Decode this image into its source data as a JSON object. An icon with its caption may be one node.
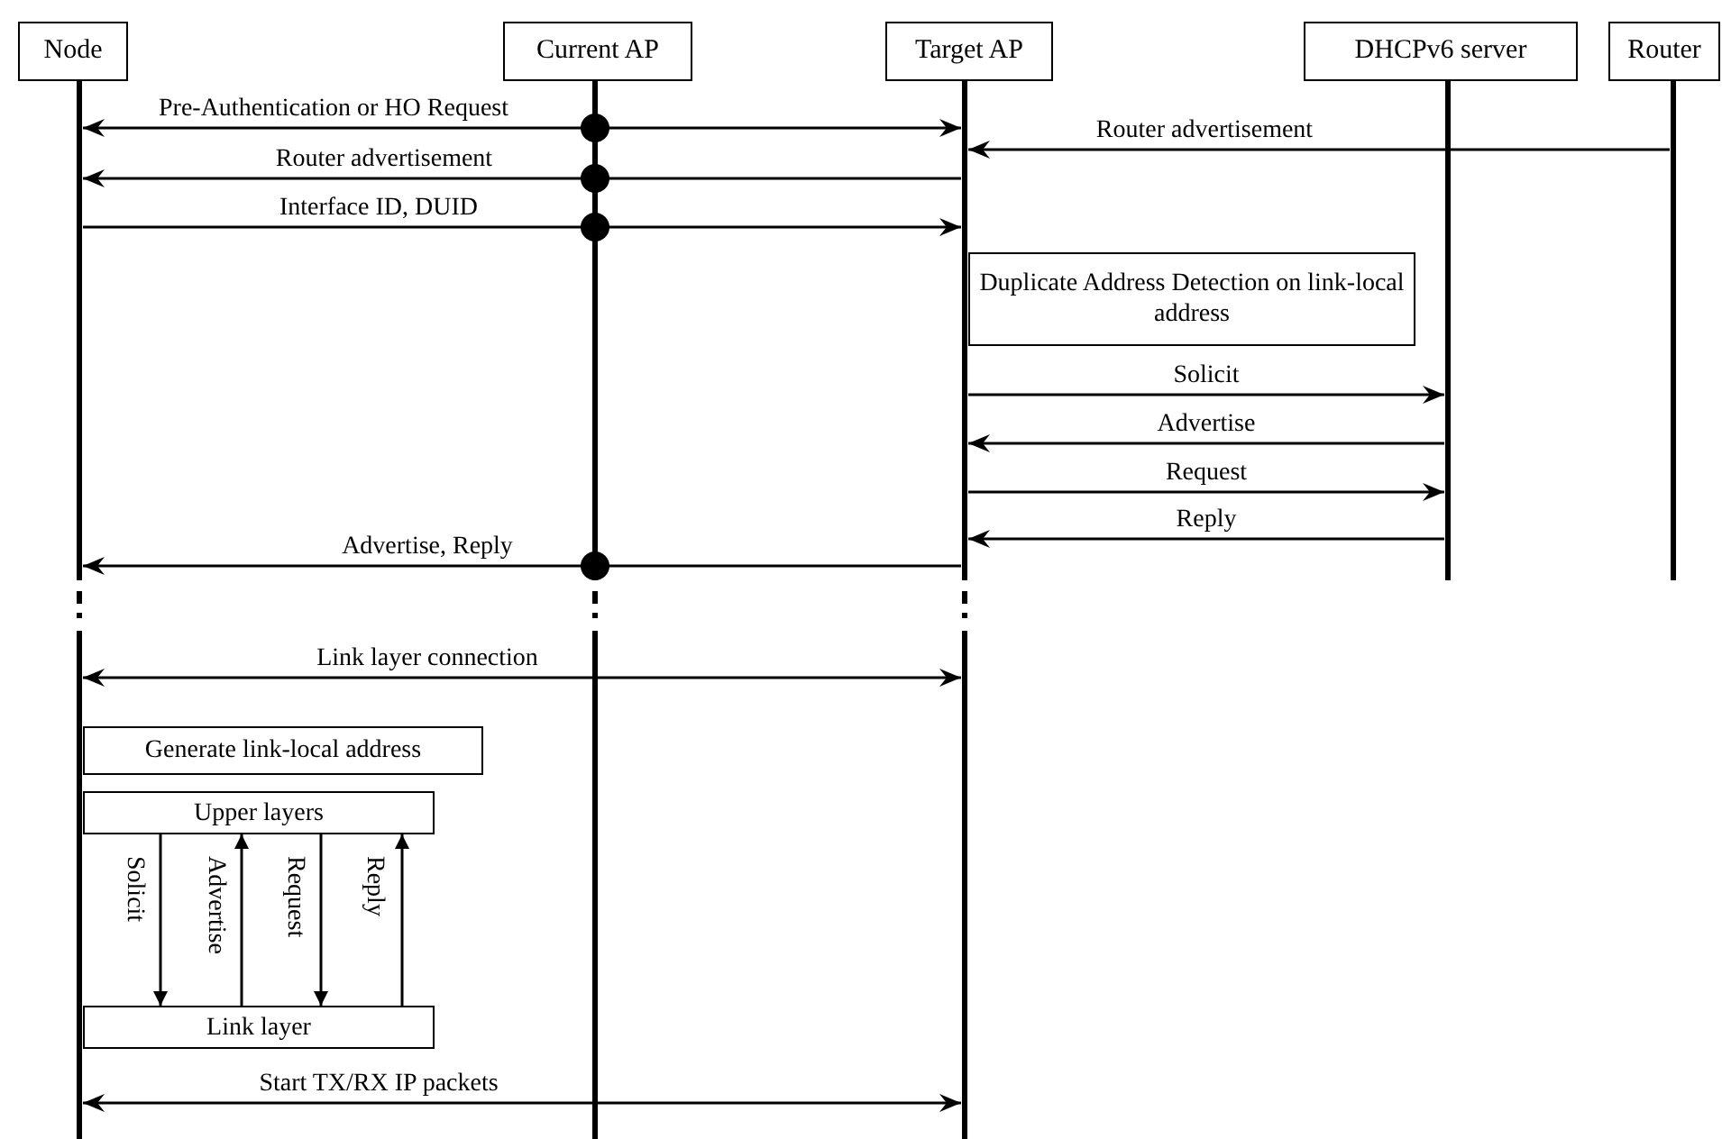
{
  "diagram": {
    "nodes": [
      {
        "text": [
          "Node"
        ]
      },
      {
        "text": [
          "Current AP"
        ]
      },
      {
        "text": [
          "Target AP"
        ]
      },
      {
        "text": [
          "DHCPv6 server"
        ]
      },
      {
        "text": [
          "Router"
        ]
      },
      {
        "text": [],
        "shape": "bar"
      },
      {
        "text": [],
        "shape": "bar"
      },
      {
        "text": [],
        "shape": "bar"
      },
      {
        "text": [],
        "shape": "bar"
      },
      {
        "text": [],
        "shape": "bar"
      },
      {
        "text": [
          "Duplicate Address Detection on link-local address"
        ]
      },
      {
        "text": [
          "Generate link-local address"
        ]
      },
      {
        "text": [
          "Upper layers"
        ]
      },
      {
        "text": [
          "Link layer"
        ]
      }
    ],
    "edges": [
      {
        "from": 5,
        "to": 7,
        "arrow": "both",
        "label": "Pre-Authentication or HO Request"
      },
      {
        "from": 9,
        "to": 7,
        "arrow": "to",
        "label": "Router advertisement"
      },
      {
        "from": 7,
        "to": 5,
        "arrow": "to",
        "label": "Router advertisement"
      },
      {
        "from": 5,
        "to": 7,
        "arrow": "to",
        "label": "Interface ID, DUID"
      },
      {
        "from": 7,
        "to": 8,
        "arrow": "to",
        "label": "Solicit"
      },
      {
        "from": 8,
        "to": 7,
        "arrow": "to",
        "label": "Advertise"
      },
      {
        "from": 7,
        "to": 8,
        "arrow": "to",
        "label": "Request"
      },
      {
        "from": 8,
        "to": 7,
        "arrow": "to",
        "label": "Reply"
      },
      {
        "from": 7,
        "to": 5,
        "arrow": "to",
        "label": "Advertise, Reply"
      },
      {
        "from": 5,
        "to": 7,
        "arrow": "both",
        "label": "Link layer connection"
      },
      {
        "from": 12,
        "to": 13,
        "arrow": "to",
        "label": "Solicit"
      },
      {
        "from": 13,
        "to": 12,
        "arrow": "to",
        "label": "Advertise"
      },
      {
        "from": 12,
        "to": 13,
        "arrow": "to",
        "label": "Request"
      },
      {
        "from": 13,
        "to": 12,
        "arrow": "to",
        "label": "Reply"
      },
      {
        "from": 5,
        "to": 7,
        "arrow": "both",
        "label": "Start TX/RX IP packets"
      }
    ]
  }
}
